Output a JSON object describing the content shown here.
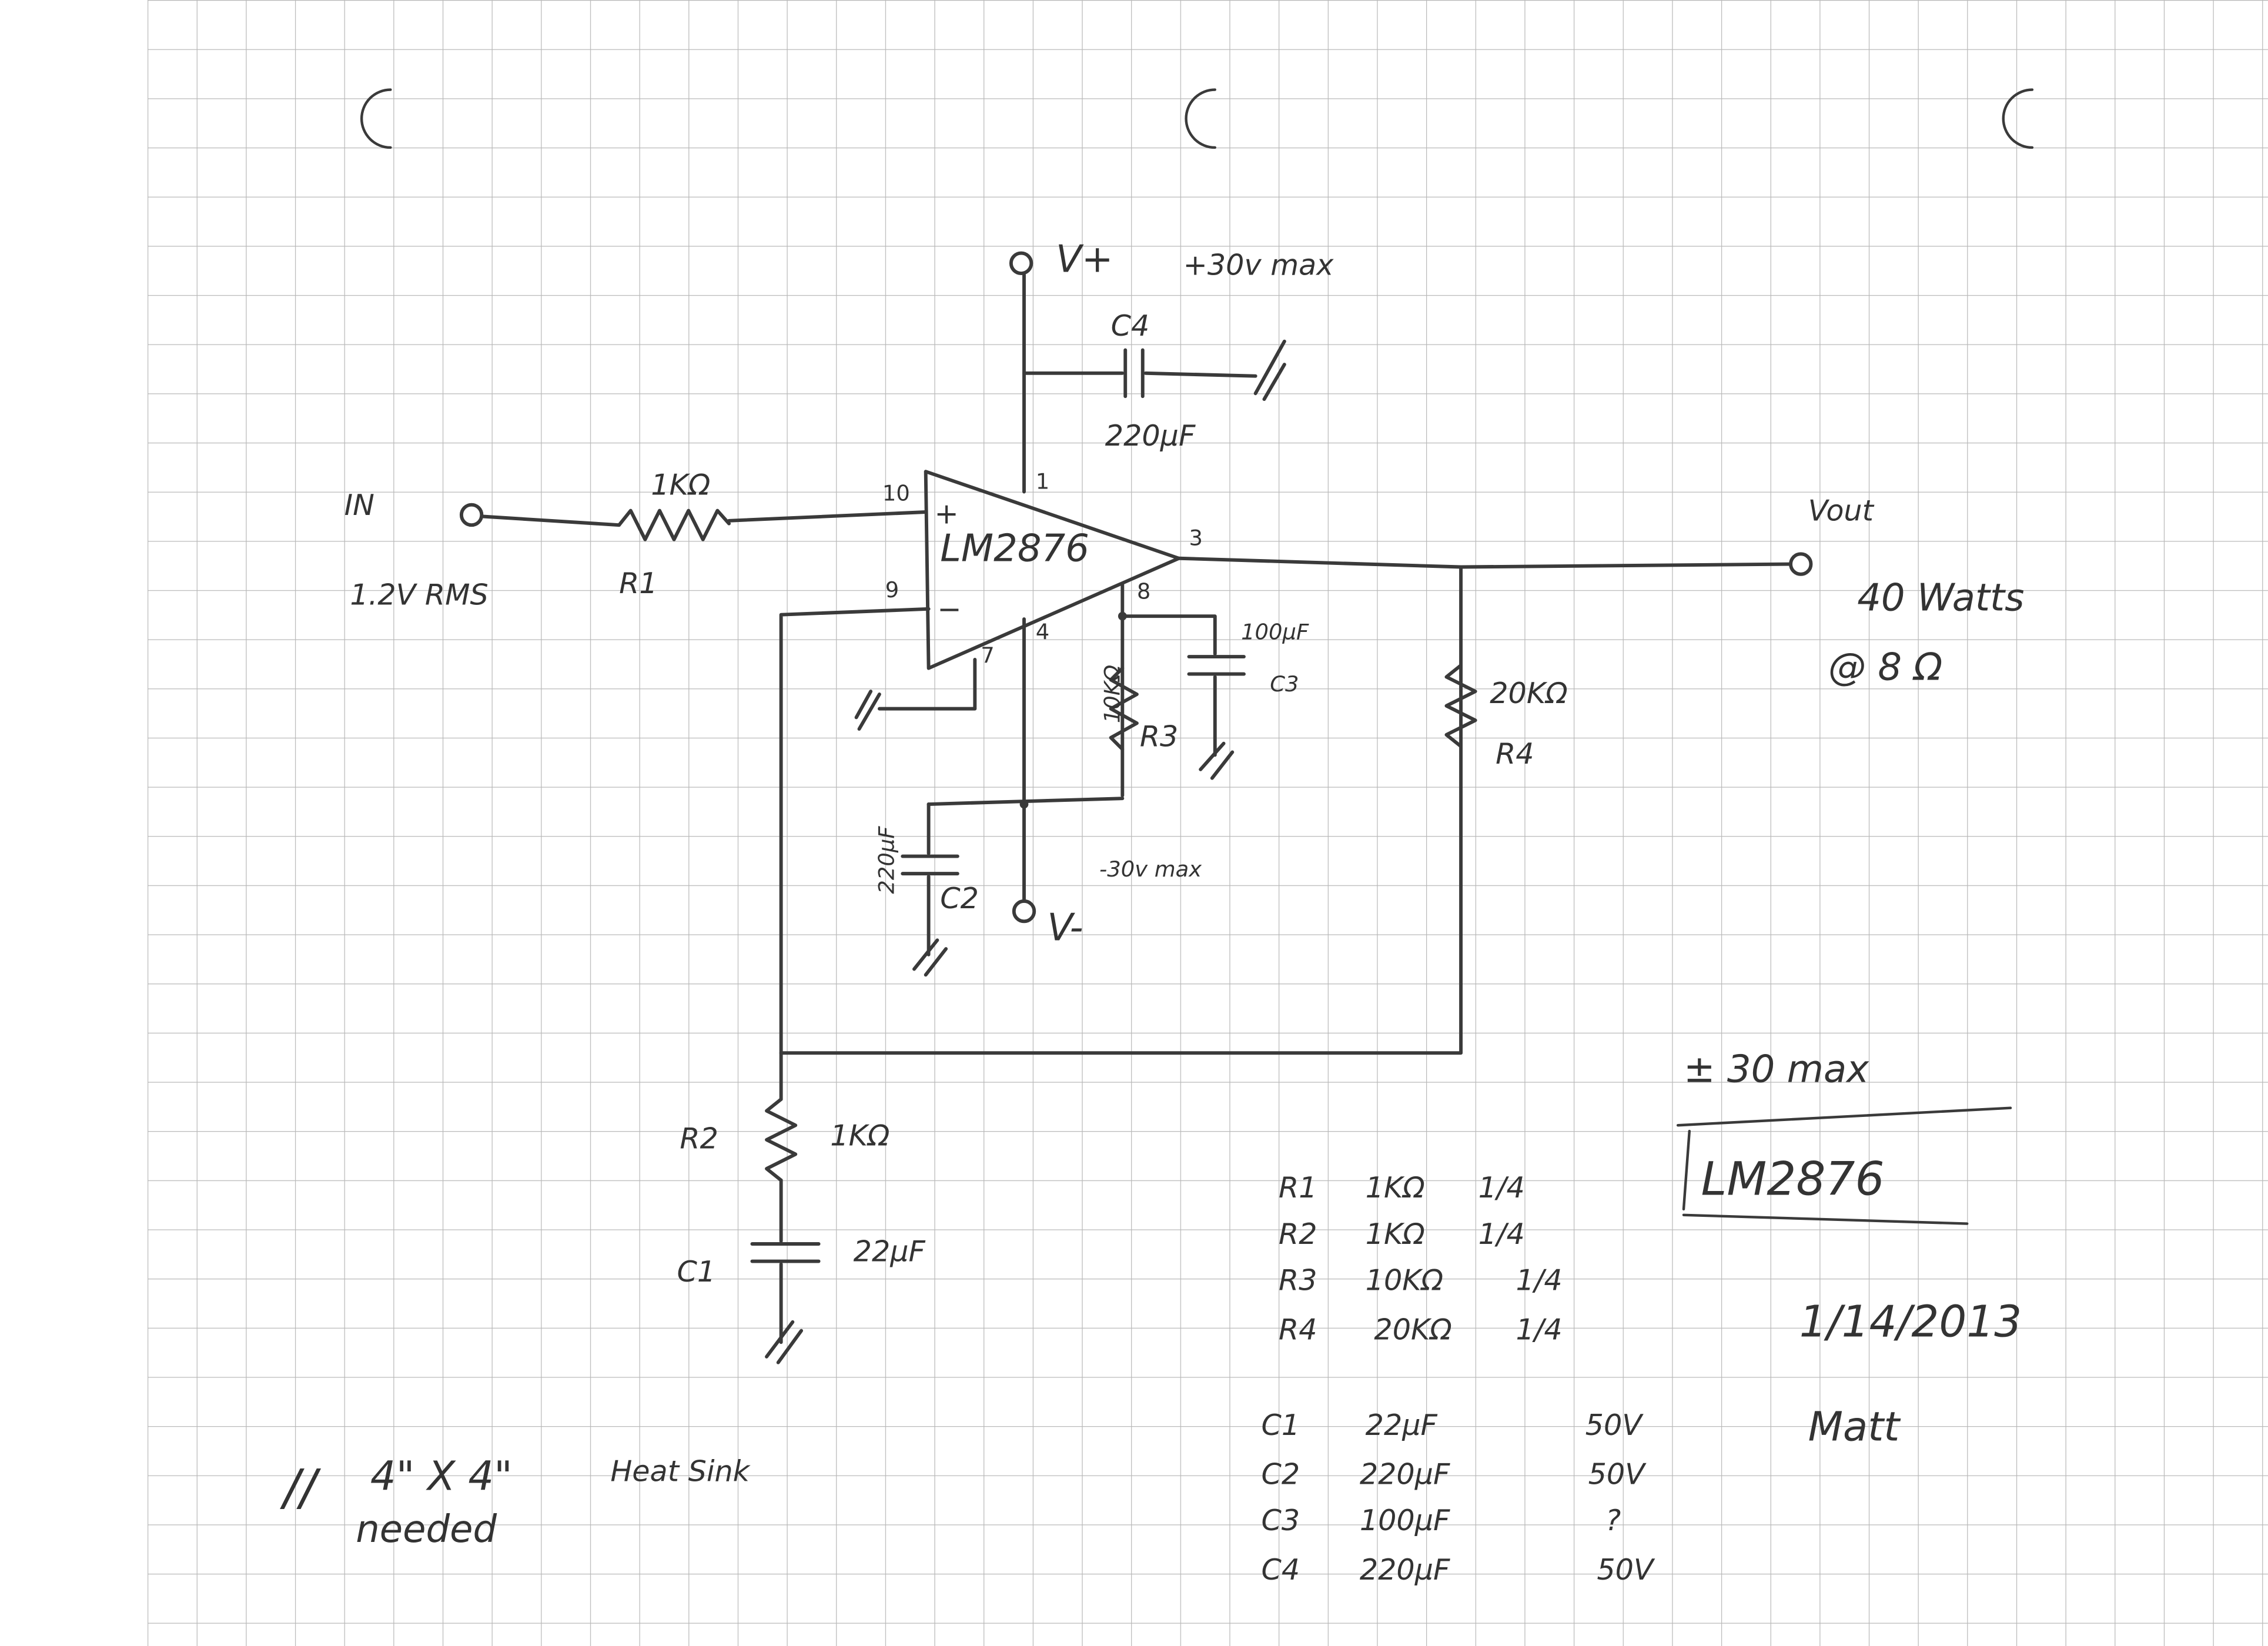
{
  "title": "LM2876",
  "date": "1/14/2013",
  "author": "Matt",
  "supply_note": "± 30 max",
  "input": {
    "label": "IN",
    "level": "1.2V RMS"
  },
  "output": {
    "label": "Vout",
    "power": "40 Watts",
    "load": "@ 8 Ω"
  },
  "rails": {
    "positive": {
      "label": "V+",
      "note": "+30v max"
    },
    "negative": {
      "label": "V-",
      "note": "-30v max"
    }
  },
  "ic": {
    "label": "LM2876",
    "pins": {
      "noninverting": "10",
      "inverting": "9",
      "vplus": "1",
      "output": "3",
      "mute": "8",
      "vminus": "4",
      "ground": "7"
    },
    "plus_sign": "+",
    "minus_sign": "−"
  },
  "components": {
    "R1": {
      "name": "R1",
      "value": "1KΩ"
    },
    "R2": {
      "name": "R2",
      "value": "1KΩ"
    },
    "R3": {
      "name": "R3",
      "value": "10KΩ"
    },
    "R4": {
      "name": "R4",
      "value": "20KΩ"
    },
    "C1": {
      "name": "C1",
      "value": "22µF"
    },
    "C2": {
      "name": "C2",
      "value": "220µF"
    },
    "C3": {
      "name": "C3",
      "value": "100µF"
    },
    "C4": {
      "name": "C4",
      "value": "220µF"
    }
  },
  "parts_list": [
    {
      "part": "R1",
      "value": "1KΩ",
      "rating": "1/4"
    },
    {
      "part": "R2",
      "value": "1KΩ",
      "rating": "1/4"
    },
    {
      "part": "R3",
      "value": "10KΩ",
      "rating": "1/4"
    },
    {
      "part": "R4",
      "value": "20KΩ",
      "rating": "1/4"
    },
    {
      "part": "C1",
      "value": "22µF",
      "rating": "50V"
    },
    {
      "part": "C2",
      "value": "220µF",
      "rating": "50V"
    },
    {
      "part": "C3",
      "value": "100µF",
      "rating": "?"
    },
    {
      "part": "C4",
      "value": "220µF",
      "rating": "50V"
    }
  ],
  "heatsink_note": {
    "mark": "//",
    "size": "4\" X 4\"",
    "text": "Heat Sink",
    "needed": "needed"
  },
  "colors": {
    "ink": "#3a3a3a",
    "grid": "#b9b9b9",
    "paper": "#ffffff"
  }
}
